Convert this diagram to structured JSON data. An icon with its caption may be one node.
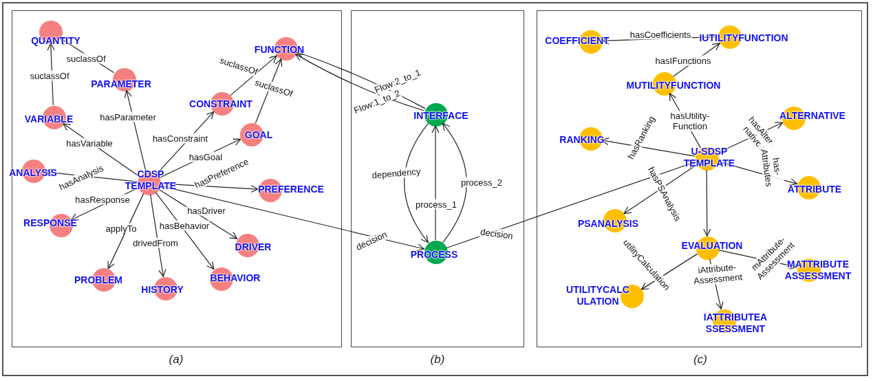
{
  "diagram": {
    "nodes": [
      {
        "text": [],
        "shape": "box",
        "beside": [
          "(a)"
        ]
      },
      {
        "text": [],
        "shape": "box",
        "beside": [
          "(b)"
        ]
      },
      {
        "text": [],
        "shape": "box",
        "beside": [
          "(c)"
        ]
      },
      {
        "text": [
          "QUANTITY"
        ],
        "in": 0
      },
      {
        "text": [
          "FUNCTION"
        ],
        "in": 0
      },
      {
        "text": [
          "PARAMETER"
        ],
        "in": 0
      },
      {
        "text": [
          "CONSTRAINT"
        ],
        "in": 0
      },
      {
        "text": [
          "VARIABLE"
        ],
        "in": 0
      },
      {
        "text": [
          "GOAL"
        ],
        "in": 0
      },
      {
        "text": [
          "ANALYSIS"
        ],
        "in": 0
      },
      {
        "text": [
          "CDSP TEMPLATE"
        ],
        "in": 0
      },
      {
        "text": [
          "PREFERENCE"
        ],
        "in": 0
      },
      {
        "text": [
          "RESPONSE"
        ],
        "in": 0
      },
      {
        "text": [
          "DRIVER"
        ],
        "in": 0
      },
      {
        "text": [
          "PROBLEM"
        ],
        "in": 0
      },
      {
        "text": [
          "BEHAVIOR"
        ],
        "in": 0
      },
      {
        "text": [
          "HISTORY"
        ],
        "in": 0
      },
      {
        "text": [
          "INTERFACE"
        ],
        "in": 1
      },
      {
        "text": [
          "PROCESS"
        ],
        "in": 1
      },
      {
        "text": [
          "COEFFICIENT"
        ],
        "in": 2
      },
      {
        "text": [
          "IUTILITYFUNCTION"
        ],
        "in": 2
      },
      {
        "text": [
          "MUTILITYFUNCTION"
        ],
        "in": 2
      },
      {
        "text": [
          "ALTERNATIVE"
        ],
        "in": 2
      },
      {
        "text": [
          "RANKING"
        ],
        "in": 2
      },
      {
        "text": [
          "U-SDSP TEMPLATE"
        ],
        "in": 2
      },
      {
        "text": [
          "ATTRIBUTE"
        ],
        "in": 2
      },
      {
        "text": [
          "PSANALYSIS"
        ],
        "in": 2
      },
      {
        "text": [
          "EVALUATION"
        ],
        "in": 2
      },
      {
        "text": [
          "MATTRIBUTE ASSESSMENT"
        ],
        "in": 2
      },
      {
        "text": [
          "UTILITYCALC ULATION"
        ],
        "in": 2
      },
      {
        "text": [
          "IATTRIBUTEA SSESSMENT"
        ],
        "in": 2
      }
    ],
    "edges": [
      {
        "from": 5,
        "to": 3,
        "arrow": "to",
        "label": "suclassOf"
      },
      {
        "from": 7,
        "to": 3,
        "arrow": "to",
        "label": "suclassOf"
      },
      {
        "from": 6,
        "to": 4,
        "arrow": "to",
        "label": "suclassOf"
      },
      {
        "from": 8,
        "to": 4,
        "arrow": "to",
        "label": "suclassOf"
      },
      {
        "from": 10,
        "to": 5,
        "arrow": "to",
        "label": "hasParameter"
      },
      {
        "from": 10,
        "to": 7,
        "arrow": "to",
        "label": "hasVariable"
      },
      {
        "from": 10,
        "to": 6,
        "arrow": "to",
        "label": "hasConstraint"
      },
      {
        "from": 10,
        "to": 8,
        "arrow": "to",
        "label": "hasGoal"
      },
      {
        "from": 10,
        "to": 9,
        "arrow": "to",
        "label": "hasAnalysis"
      },
      {
        "from": 10,
        "to": 11,
        "arrow": "to",
        "label": "hasPreference"
      },
      {
        "from": 10,
        "to": 12,
        "arrow": "to",
        "label": "hasResponse"
      },
      {
        "from": 10,
        "to": 13,
        "arrow": "to",
        "label": "hasDriver"
      },
      {
        "from": 10,
        "to": 14,
        "arrow": "to",
        "label": "applyTo"
      },
      {
        "from": 10,
        "to": 16,
        "arrow": "to",
        "label": "drivedFrom"
      },
      {
        "from": 10,
        "to": 15,
        "arrow": "to",
        "label": "hasBehavior"
      },
      {
        "from": 10,
        "to": 18,
        "arrow": "to",
        "label": "decision"
      },
      {
        "from": 17,
        "to": 4,
        "arrow": "to",
        "label": "Flow:2_to_1"
      },
      {
        "from": 17,
        "to": 4,
        "arrow": "to",
        "label": "Flow:1_to_2"
      },
      {
        "from": 17,
        "to": 18,
        "arrow": "to",
        "label": "dependency"
      },
      {
        "from": 18,
        "to": 17,
        "arrow": "to",
        "label": "process_1"
      },
      {
        "from": 18,
        "to": 17,
        "arrow": "to",
        "label": "process_2"
      },
      {
        "from": 18,
        "to": 24,
        "arrow": "to",
        "label": "decision"
      },
      {
        "from": 20,
        "to": 19,
        "arrow": "to",
        "label": "hasCoefficients"
      },
      {
        "from": 21,
        "to": 20,
        "arrow": "to",
        "label": "hasIFunctions"
      },
      {
        "from": 24,
        "to": 21,
        "arrow": "to",
        "label": "hasUtility- Function"
      },
      {
        "from": 24,
        "to": 23,
        "arrow": "to",
        "label": "hasRanking"
      },
      {
        "from": 24,
        "to": 22,
        "arrow": "to",
        "label": "hasAlter- natives"
      },
      {
        "from": 24,
        "to": 25,
        "arrow": "to",
        "label": "has- Attributes"
      },
      {
        "from": 24,
        "to": 26,
        "arrow": "to",
        "label": "hasPSAnalysis"
      },
      {
        "from": 24,
        "to": 27,
        "arrow": "to"
      },
      {
        "from": 27,
        "to": 29,
        "arrow": "to",
        "label": "utilityCalculation"
      },
      {
        "from": 27,
        "to": 30,
        "arrow": "to",
        "label": "iAttribute- Assessment"
      },
      {
        "from": 27,
        "to": 28,
        "arrow": "to",
        "label": "mAttribute- Assessment"
      }
    ]
  }
}
